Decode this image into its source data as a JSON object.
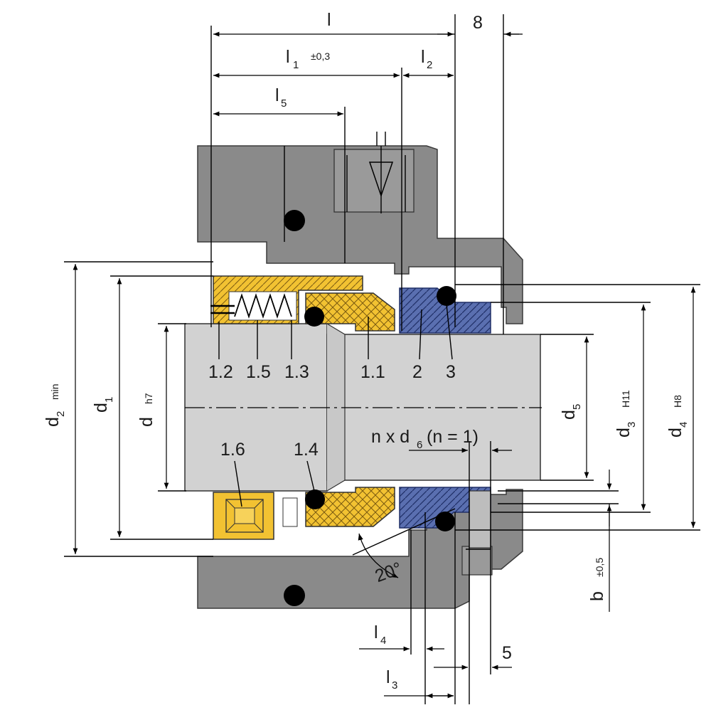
{
  "labels": {
    "l": "l",
    "eight": "8",
    "l1": "l",
    "l1_sub": "1",
    "l1_tol": "±0,3",
    "l2": "l",
    "l2_sub": "2",
    "l5": "l",
    "l5_sub": "5",
    "p12": "1.2",
    "p15": "1.5",
    "p13": "1.3",
    "p11": "1.1",
    "p2": "2",
    "p3": "3",
    "p16": "1.6",
    "p14": "1.4",
    "d2": "d",
    "d2_sub": "2",
    "d2_sup": "min",
    "d1": "d",
    "d1_sub": "1",
    "d": "d",
    "d_sup": "h7",
    "d5": "d",
    "d5_sub": "5",
    "d3": "d",
    "d3_sub": "3",
    "d3_sup": "H11",
    "d4": "d",
    "d4_sub": "4",
    "d4_sup": "H8",
    "nxd6_a": "n x d",
    "nxd6_sub": "6",
    "nxd6_b": "(n = 1)",
    "b": "b",
    "b_tol": "±0,5",
    "angle": "20°",
    "l4": "l",
    "l4_sub": "4",
    "l3": "l",
    "l3_sub": "3",
    "five": "5"
  },
  "colors": {
    "housing": "#8a8a8a",
    "shaft": "#d2d2d2",
    "seal_face": "#f2c232",
    "seat": "#5a6fb0",
    "oring": "#000000",
    "cavity": "#ffffff"
  }
}
